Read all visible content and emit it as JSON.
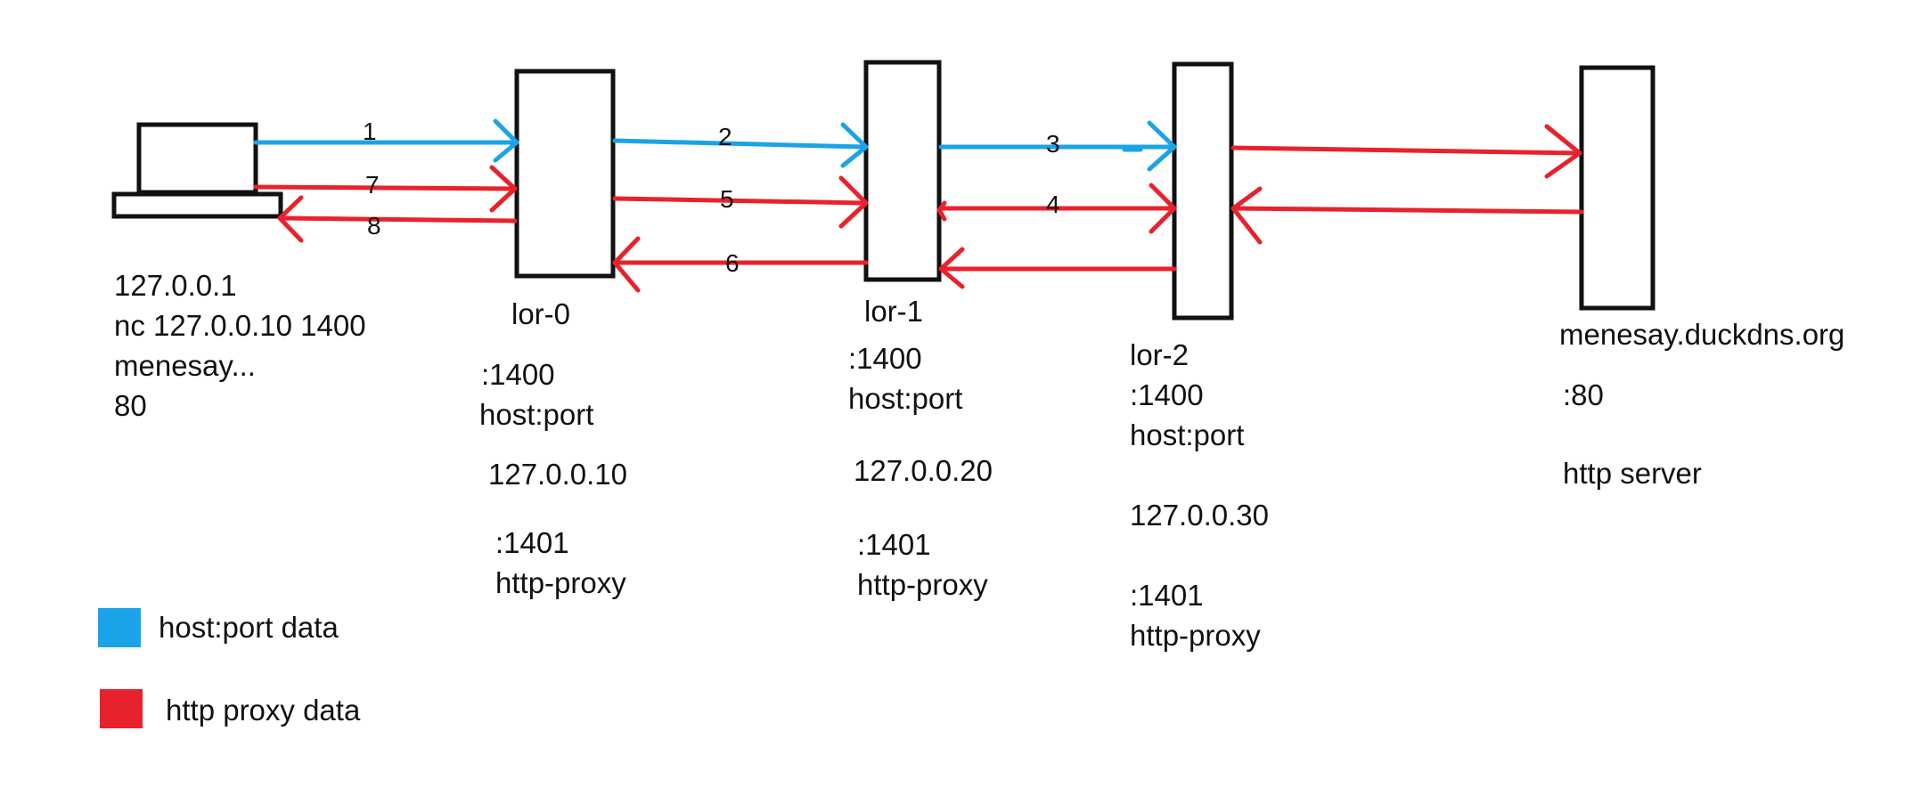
{
  "colors": {
    "blue": "#1aa3e8",
    "red": "#e8222c",
    "black": "#111111"
  },
  "arrow_labels": [
    "1",
    "2",
    "3",
    "4",
    "5",
    "6",
    "7",
    "8"
  ],
  "client": {
    "lines": [
      "127.0.0.1",
      "nc 127.0.0.10 1400",
      "menesay...",
      "80"
    ]
  },
  "nodes": [
    {
      "name": "lor-0",
      "port": ":1400",
      "type": "host:port",
      "ip": "127.0.0.10",
      "proxy_port": ":1401",
      "proxy_type": "http-proxy"
    },
    {
      "name": "lor-1",
      "port": ":1400",
      "type": "host:port",
      "ip": "127.0.0.20",
      "proxy_port": ":1401",
      "proxy_type": "http-proxy"
    },
    {
      "name": "lor-2",
      "port": ":1400",
      "type": "host:port",
      "ip": "127.0.0.30",
      "proxy_port": ":1401",
      "proxy_type": "http-proxy"
    }
  ],
  "server": {
    "host": "menesay.duckdns.org",
    "port": ":80",
    "type": "http server"
  },
  "legend": [
    {
      "label": "host:port data",
      "color": "#1aa3e8"
    },
    {
      "label": "http proxy data",
      "color": "#e8222c"
    }
  ]
}
